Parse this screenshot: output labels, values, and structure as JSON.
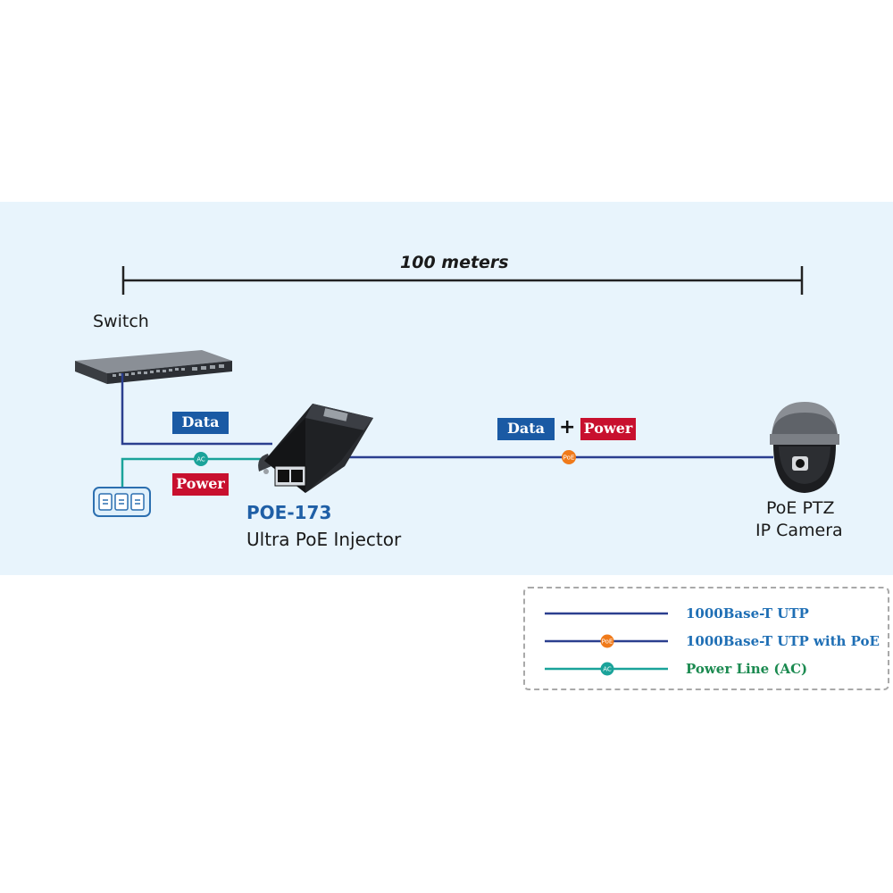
{
  "diagram": {
    "distance_label": "100 meters",
    "switch_label": "Switch",
    "data_tag": "Data",
    "power_tag": "Power",
    "plus_sign": "+",
    "ac_badge": "AC",
    "poe_badge": "PoE",
    "injector": {
      "model": "POE-173",
      "description": "Ultra PoE Injector"
    },
    "camera": {
      "line1": "PoE PTZ",
      "line2": "IP Camera"
    }
  },
  "legend": {
    "items": [
      {
        "label": "1000Base-T UTP",
        "color": "#2b3f8f"
      },
      {
        "label": "1000Base-T UTP with PoE",
        "color": "#2b3f8f",
        "badge": "PoE",
        "badge_color": "#f07a1a"
      },
      {
        "label": "Power Line (AC)",
        "color": "#1aa39a",
        "badge": "AC",
        "badge_color": "#1aa39a"
      }
    ]
  },
  "colors": {
    "panel_background": "#e8f4fc",
    "utp_line": "#2b3f8f",
    "ac_line": "#1aa39a",
    "poe_badge": "#f07a1a",
    "data_tag": "#1a5aa4",
    "power_tag": "#c8102e"
  }
}
